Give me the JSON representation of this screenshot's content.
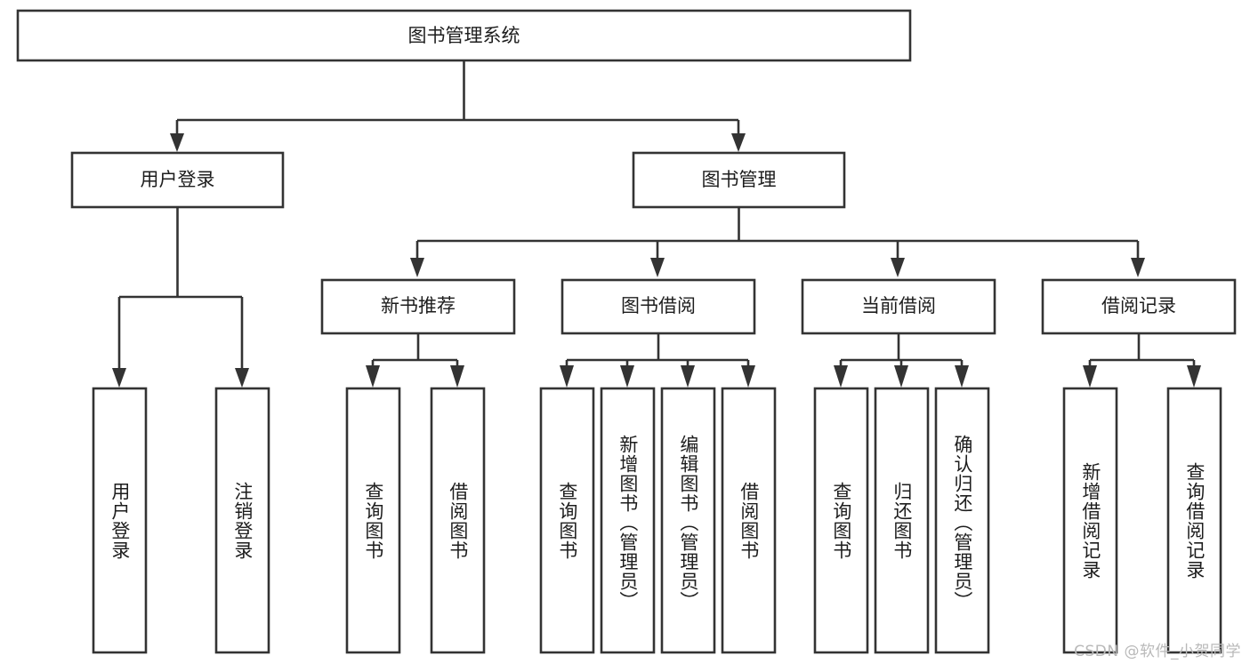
{
  "diagram": {
    "title": "图书管理系统",
    "type": "tree",
    "orientation": "top-down",
    "watermark": "CSDN @软件_小贺同学",
    "colors": {
      "box_stroke": "#333333",
      "box_fill": "#ffffff",
      "connector": "#333333",
      "text": "#1d1d1d",
      "watermark": "#b9b9b9",
      "background": "#ffffff"
    },
    "nodes": {
      "root": {
        "label": "图书管理系统"
      },
      "level1": [
        {
          "label": "用户登录"
        },
        {
          "label": "图书管理"
        }
      ],
      "level2": [
        {
          "label": "新书推荐"
        },
        {
          "label": "图书借阅"
        },
        {
          "label": "当前借阅"
        },
        {
          "label": "借阅记录"
        }
      ],
      "leaves": {
        "user_login": [
          {
            "label": "用户登录"
          },
          {
            "label": "注销登录"
          }
        ],
        "new_book": [
          {
            "label": "查询图书"
          },
          {
            "label": "借阅图书"
          }
        ],
        "book_borrow": [
          {
            "label": "查询图书"
          },
          {
            "label": "新增图书（管理员）"
          },
          {
            "label": "编辑图书（管理员）"
          },
          {
            "label": "借阅图书"
          }
        ],
        "current_borrow": [
          {
            "label": "查询图书"
          },
          {
            "label": "归还图书"
          },
          {
            "label": "确认归还（管理员）"
          }
        ],
        "borrow_record": [
          {
            "label": "新增借阅记录"
          },
          {
            "label": "查询借阅记录"
          }
        ]
      }
    }
  }
}
